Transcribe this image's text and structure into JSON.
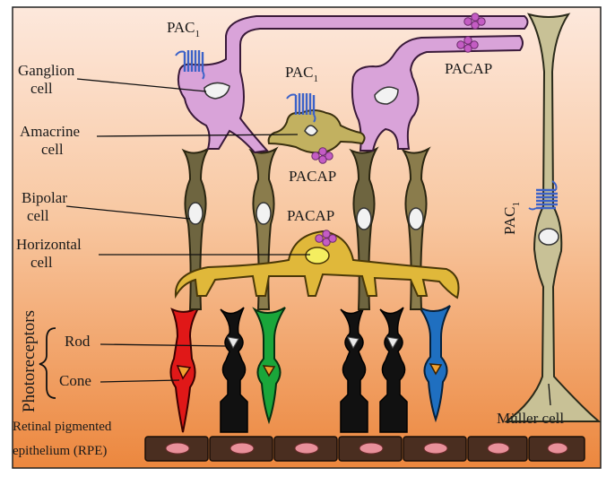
{
  "labels": {
    "pac1_top": "PAC",
    "pac1_top_sub": "1",
    "pac1_mid": "PAC",
    "pac1_mid_sub": "1",
    "pac1_muller": "PAC",
    "pac1_muller_sub": "1",
    "pacap_top": "PACAP",
    "pacap_amacrine": "PACAP",
    "pacap_horizontal": "PACAP",
    "ganglion_1": "Ganglion",
    "ganglion_2": "cell",
    "amacrine_1": "Amacrine",
    "amacrine_2": "cell",
    "bipolar_1": "Bipolar",
    "bipolar_2": "cell",
    "horizontal_1": "Horizontal",
    "horizontal_2": "cell",
    "photoreceptors": "Photoreceptors",
    "rod": "Rod",
    "cone": "Cone",
    "rpe_1": "Retinal pigmented",
    "rpe_2": "epithelium (RPE)",
    "muller": "Müller cell"
  },
  "colors": {
    "background_top": "#fde6d8",
    "background_bottom": "#ec8a44",
    "ganglion": "#d9a3d9",
    "amacrine": "#c2b160",
    "bipolar": "#6e6540",
    "bipolar_alt": "#8a7a4a",
    "horizontal": "#e0b83a",
    "rod": "#111111",
    "cone_red": "#e01818",
    "cone_green": "#1aa63a",
    "cone_blue": "#1f6fc0",
    "muller": "#c9c197",
    "rpe": "#4a2e20",
    "rpe_nucleus": "#e8909a",
    "pacap_granule": "#c056c0",
    "receptor": "#3c62c8"
  }
}
